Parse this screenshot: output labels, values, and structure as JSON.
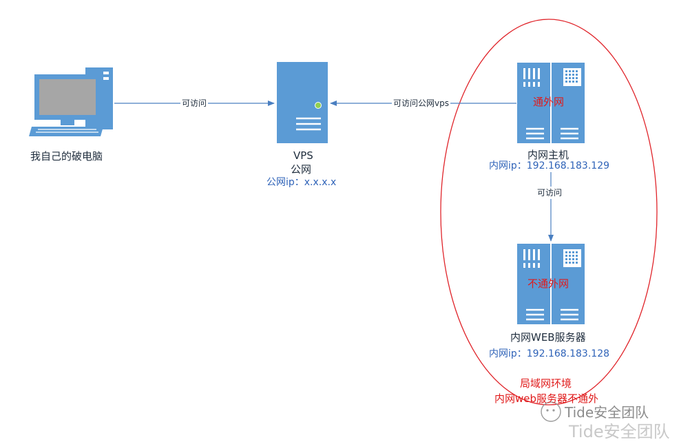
{
  "nodes": {
    "pc": {
      "label": "我自己的破电脑"
    },
    "vps": {
      "name": "VPS",
      "sub": "公网",
      "ip": "公网ip：x.x.x.x"
    },
    "intranet_host": {
      "badge": "通外网",
      "name": "内网主机",
      "ip": "内网ip：192.168.183.129"
    },
    "web_server": {
      "badge": "不通外网",
      "name": "内网WEB服务器",
      "ip": "内网ip：192.168.183.128"
    }
  },
  "edges": {
    "pc_to_vps": "可访问",
    "host_to_vps": "可访问公网vps",
    "host_to_web": "可访问"
  },
  "lan_note": {
    "line1": "局域网环境",
    "line2": "内网web服务器不通外"
  },
  "watermark": {
    "front": "Tide安全团队",
    "back": "Tide安全团队"
  },
  "colors": {
    "device": "#5b9bd5",
    "line": "#4a7fc1",
    "ellipse": "#e0242a",
    "text_blue": "#2f63b8",
    "text_red": "#e01a1a"
  }
}
